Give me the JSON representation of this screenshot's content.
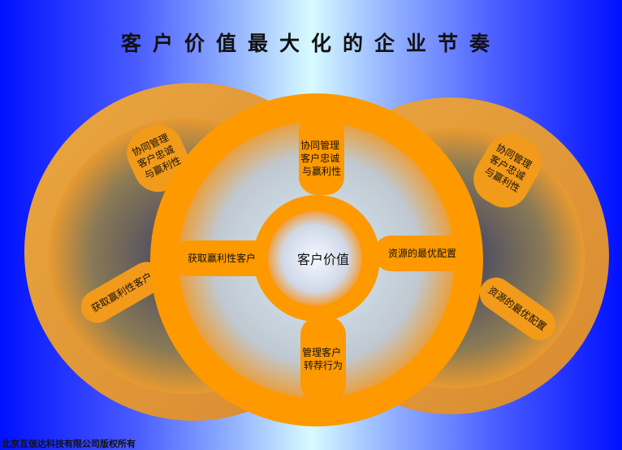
{
  "title": "客户价值最大化的企业节奏",
  "footer": "北京互信达科技有限公司版权所有",
  "center": {
    "hub": "客户价值",
    "top": [
      "协同管理",
      "客户忠诚",
      "与赢利性"
    ],
    "right": "资源的最优配置",
    "bottom": [
      "管理客户",
      "转荐行为"
    ],
    "left": "获取赢利性客户"
  },
  "left_circle": {
    "top": [
      "协同管理",
      "客户忠诚",
      "与赢利性"
    ],
    "bottom": "获取赢利性客户"
  },
  "right_circle": {
    "top": [
      "协同管理",
      "客户忠诚",
      "与赢利性"
    ],
    "bottom": "资源的最优配置"
  },
  "colors": {
    "orange": "#ff9900",
    "ring": "#e8a030",
    "deep_blue": "#0010ff"
  }
}
